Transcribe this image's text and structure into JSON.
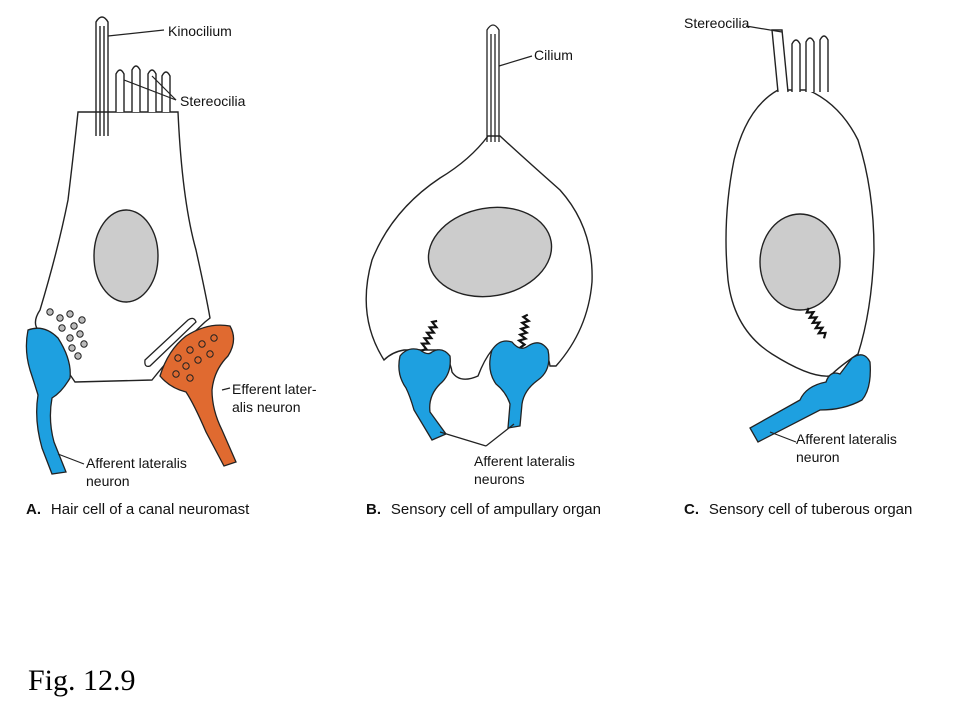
{
  "panels": [
    {
      "letter": "A.",
      "caption": "Hair cell of a canal neuromast",
      "labels": {
        "kinocilium": "Kinocilium",
        "stereocilia": "Stereocilia",
        "efferent_1": "Efferent later-",
        "efferent_2": "alis neuron",
        "afferent_1": "Afferent lateralis",
        "afferent_2": "neuron"
      }
    },
    {
      "letter": "B.",
      "caption": "Sensory cell of ampullary organ",
      "labels": {
        "cilium": "Cilium",
        "afferent_1": "Afferent lateralis",
        "afferent_2": "neurons"
      }
    },
    {
      "letter": "C.",
      "caption": "Sensory cell of tuberous organ",
      "labels": {
        "stereocilia": "Stereocilia",
        "afferent_1": "Afferent lateralis",
        "afferent_2": "neuron"
      }
    }
  ],
  "figure_label": "Fig. 12.9",
  "colors": {
    "afferent": "#1ea0e0",
    "efferent": "#e06a30",
    "nucleus": "#cccccc",
    "outline": "#222222",
    "vesicle": "#bbbbbb"
  }
}
